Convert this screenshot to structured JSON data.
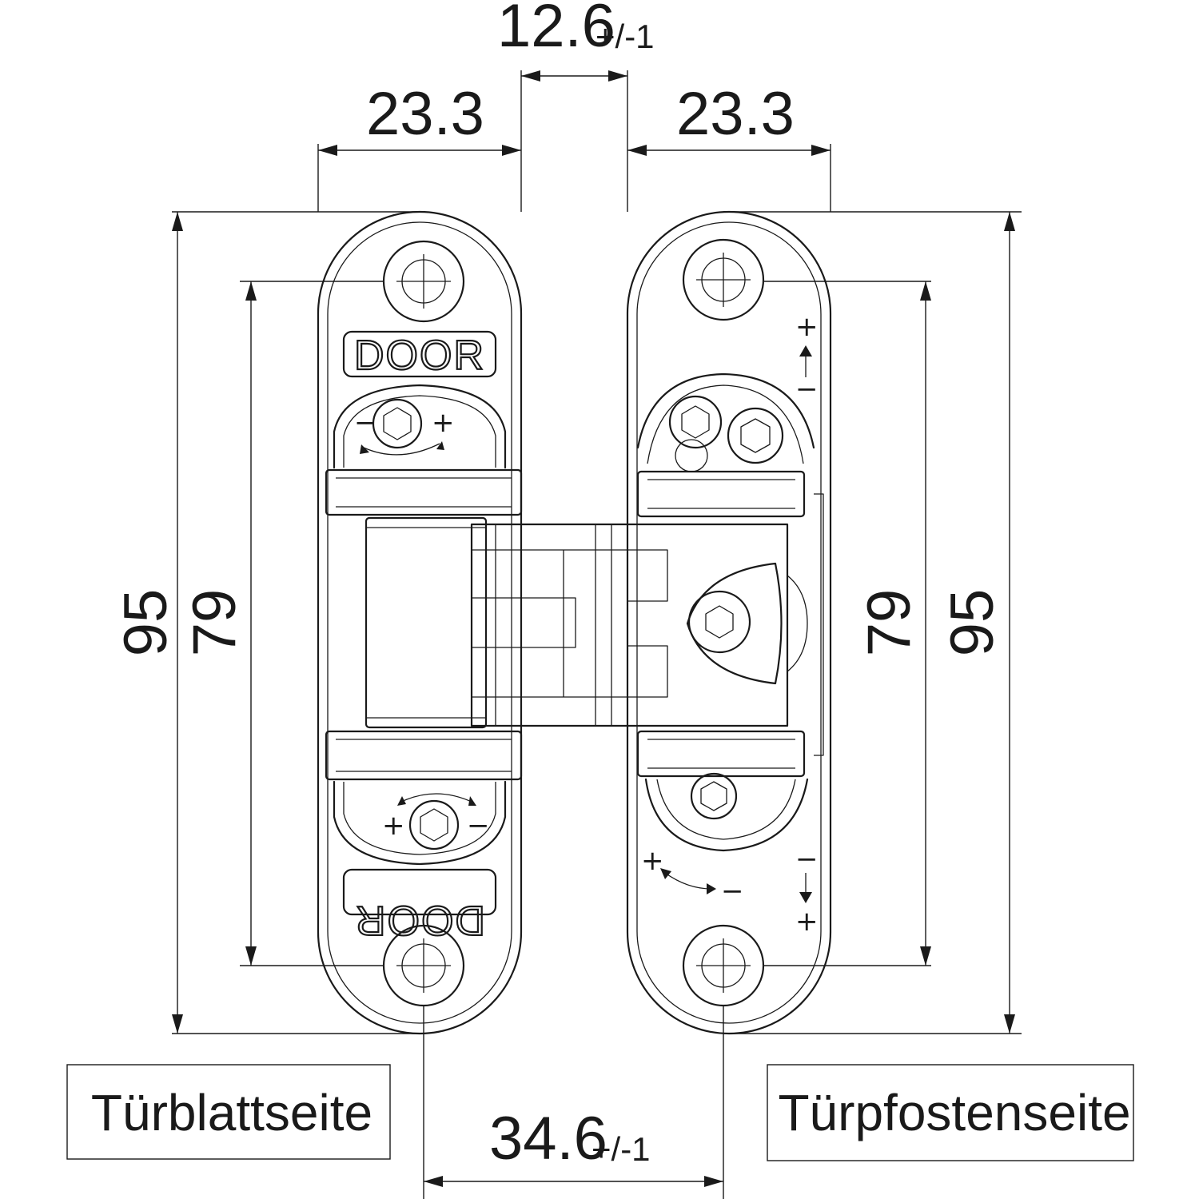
{
  "dimensions": {
    "gap_top": {
      "value": "12.6",
      "tolerance": "+/-1"
    },
    "width_left": "23.3",
    "width_right": "23.3",
    "height_overall_left": "95",
    "height_holes_left": "79",
    "height_holes_right": "79",
    "height_overall_right": "95",
    "hole_spacing_bottom": {
      "value": "34.6",
      "tolerance": "+/-1"
    }
  },
  "markings": {
    "door_top": "DOOR",
    "door_bottom": "DOOR",
    "plus": "+",
    "minus": "−"
  },
  "labels": {
    "door_leaf_side": "Türblattseite",
    "door_frame_side": "Türpfostenseite"
  }
}
